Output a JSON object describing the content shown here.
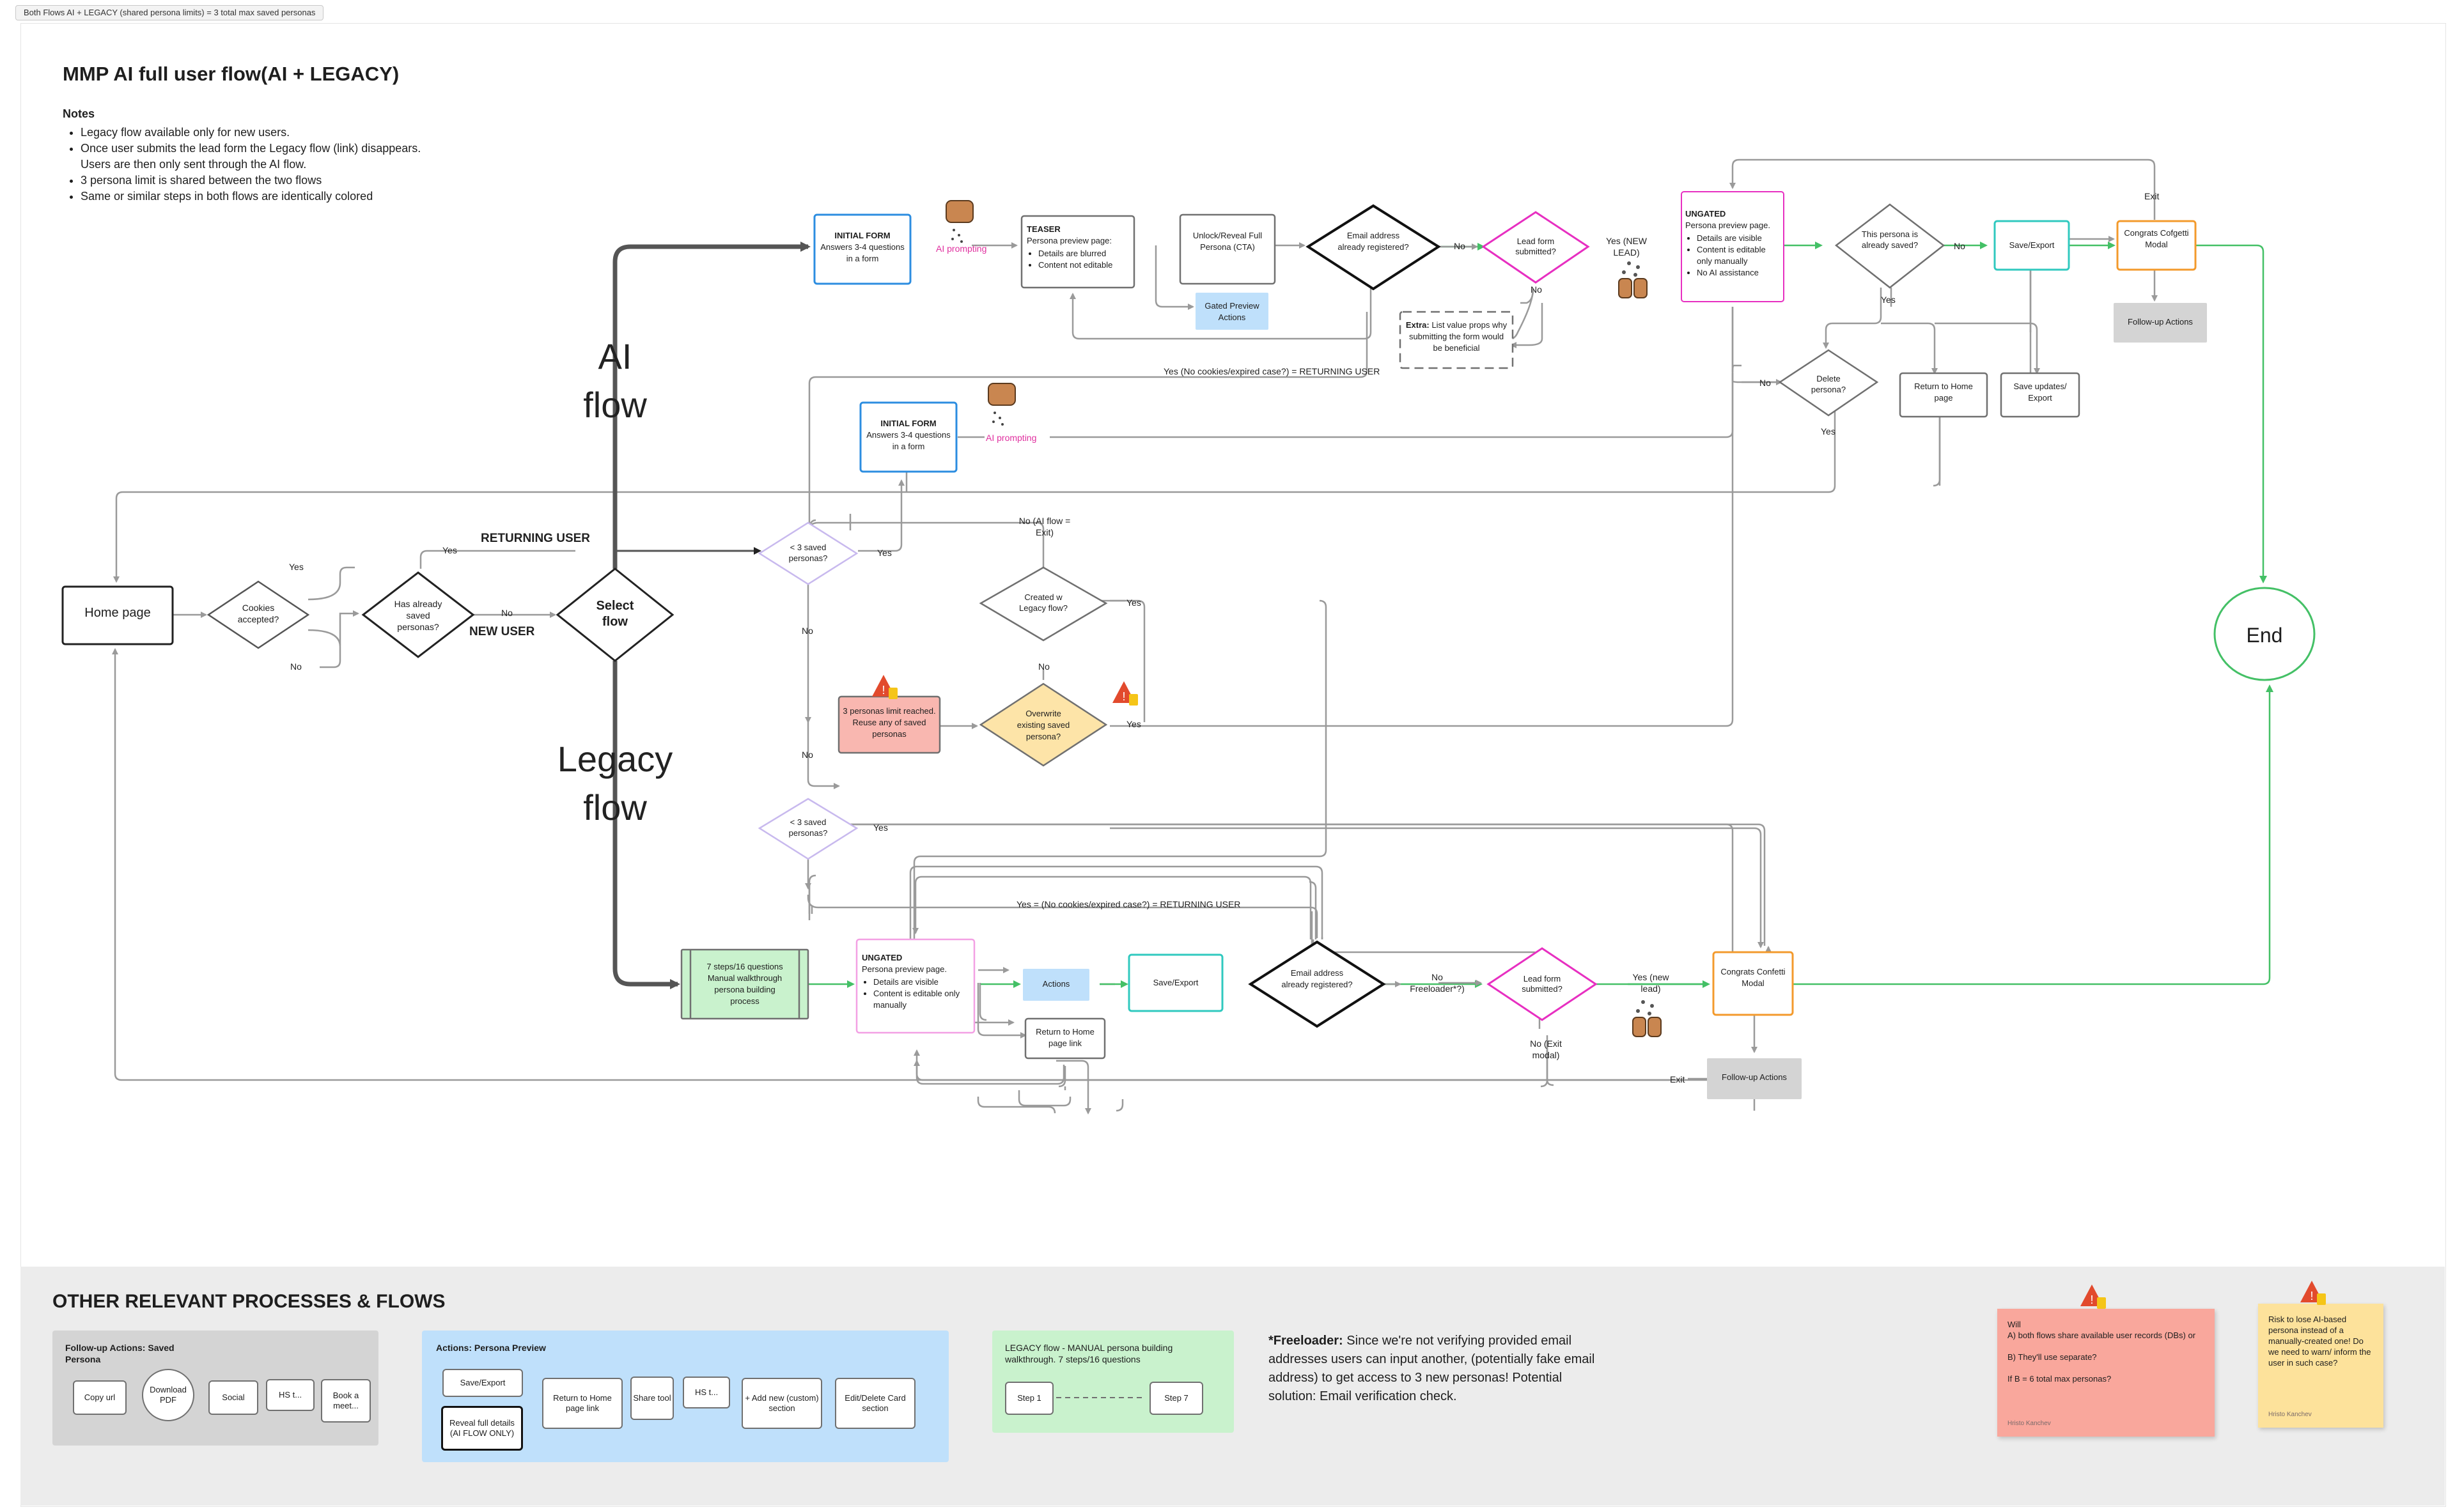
{
  "frame_tag": "Both Flows AI + LEGACY (shared persona limits) = 3 total max saved personas",
  "title": "MMP AI full user flow(AI + LEGACY)",
  "notes": {
    "heading": "Notes",
    "items": [
      "Legacy flow available only for new users.",
      "Once user submits the lead form the Legacy flow  (link) disappears. Users are then only sent through the AI flow.",
      "3 persona limit is shared between the two flows",
      "Same or similar steps in both flows are identically colored"
    ]
  },
  "flow_titles": {
    "ai_1": "AI",
    "ai_2": "flow",
    "legacy_1": "Legacy",
    "legacy_2": "flow"
  },
  "colors": {
    "blue": "#2c8de0",
    "pink": "#e72fc1",
    "teal": "#30c9bf",
    "orange": "#f39a2c",
    "green": "#44c066",
    "gray_line": "#9a9a9a",
    "ai_prompt": "#e0309f"
  },
  "nodes": {
    "home": "Home page",
    "cookies": "Cookies accepted?",
    "has_saved": "Has already saved personas?",
    "select_flow": "Select flow",
    "ai_initial_form_1": {
      "title": "INITIAL FORM",
      "body": "Answers 3-4 questions in a form"
    },
    "ai_initial_form_2": {
      "title": "INITIAL FORM",
      "body": "Answers 3-4 questions in a form"
    },
    "ai_prompting": "AI prompting",
    "teaser": {
      "title": "TEASER",
      "sub": "Persona preview page:",
      "items": [
        "Details are blurred",
        "Content not editable"
      ]
    },
    "unlock": "Unlock/Reveal Full Persona (CTA)",
    "gated_preview": "Gated Preview Actions",
    "email_check_ai": "Email address already registered?",
    "lead_form_ai": "Lead form submitted?",
    "extra": {
      "lead": "Extra:",
      "body": "List value props why submitting the form would be beneficial"
    },
    "ungated_ai": {
      "title": "UNGATED",
      "sub": "Persona preview page.",
      "items": [
        "Details are visible",
        "Content is editable only manually",
        "No AI assistance"
      ]
    },
    "already_saved": "This persona is already saved?",
    "save_export_ai": "Save/Export",
    "congrats_ai": "Congrats Cofgetti Modal",
    "followup_ai": "Follow-up  Actions",
    "delete_persona": "Delete persona?",
    "return_home_ai": "Return to Home page",
    "save_updates": "Save updates/ Export",
    "lt3_top": "< 3 saved personas?",
    "created_legacy": "Created w Legacy flow?",
    "limit_reached": "3 personas limit reached. Reuse any of saved personas",
    "overwrite": "Overwrite existing saved persona?",
    "lt3_bottom": "< 3 saved personas?",
    "legacy_steps": "7 steps/16 questions Manual walkthrough persona building process",
    "ungated_legacy": {
      "title": "UNGATED",
      "sub": "Persona preview page.",
      "items": [
        "Details are visible",
        "Content is editable only manually"
      ]
    },
    "actions_legacy": "Actions",
    "return_home_legacy": "Return to Home page link",
    "save_export_legacy": "Save/Export",
    "email_check_legacy": "Email address already registered?",
    "lead_form_legacy": "Lead form submitted?",
    "congrats_legacy": "Congrats Confetti Modal",
    "followup_legacy": "Follow-up Actions",
    "end": "End"
  },
  "edge_labels": {
    "yes": "Yes",
    "no": "No",
    "exit": "Exit",
    "returning_user": "RETURNING USER",
    "new_user": "NEW USER",
    "yes_new_lead": "Yes (NEW LEAD)",
    "returning_loop_ai": "Yes (No cookies/expired case?) = RETURNING USER",
    "no_ai_exit": "No (AI flow = Exit)",
    "returning_loop_legacy": "Yes = (No cookies/expired case?) = RETURNING USER",
    "no_freeloader": "No Freeloader*?)",
    "yes_new_lead_legacy": "Yes (new lead)",
    "no_exit_modal": "No (Exit modal)"
  },
  "other": {
    "title": "OTHER RELEVANT PROCESSES & FLOWS",
    "followup_saved": {
      "title": "Follow-up Actions: Saved Persona",
      "items": [
        "Copy url",
        "Download PDF",
        "Social",
        "HS t...",
        "Book a meet..."
      ]
    },
    "persona_preview": {
      "title": "Actions: Persona Preview",
      "items": [
        "Save/Export",
        "Reveal full details (AI FLOW ONLY)",
        "Return to Home page link",
        "Share tool",
        "HS t...",
        "+ Add new (custom) section",
        "Edit/Delete Card section"
      ]
    },
    "legacy_manual": {
      "title": "LEGACY flow - MANUAL persona building walkthrough. 7 steps/16 questions",
      "step_a": "Step 1",
      "step_b": "Step 7"
    },
    "freeloader_lead": "*Freeloader:",
    "freeloader_text": "Since we're not verifying provided email addresses users can input another, (potentially fake email address) to get access to 3 new personas! Potential solution: Email verification check.",
    "sticky_red": {
      "lines": [
        "Will",
        "A) both flows share available user records (DBs) or",
        "B) They'll use separate?",
        "If B = 6 total max personas?"
      ],
      "author": "Hristo Kanchev"
    },
    "sticky_yellow": {
      "text": "Risk to lose AI-based persona instead of a manually-created one! Do we need to warn/ inform the user in such case?",
      "author": "Hristo Kanchev"
    }
  }
}
